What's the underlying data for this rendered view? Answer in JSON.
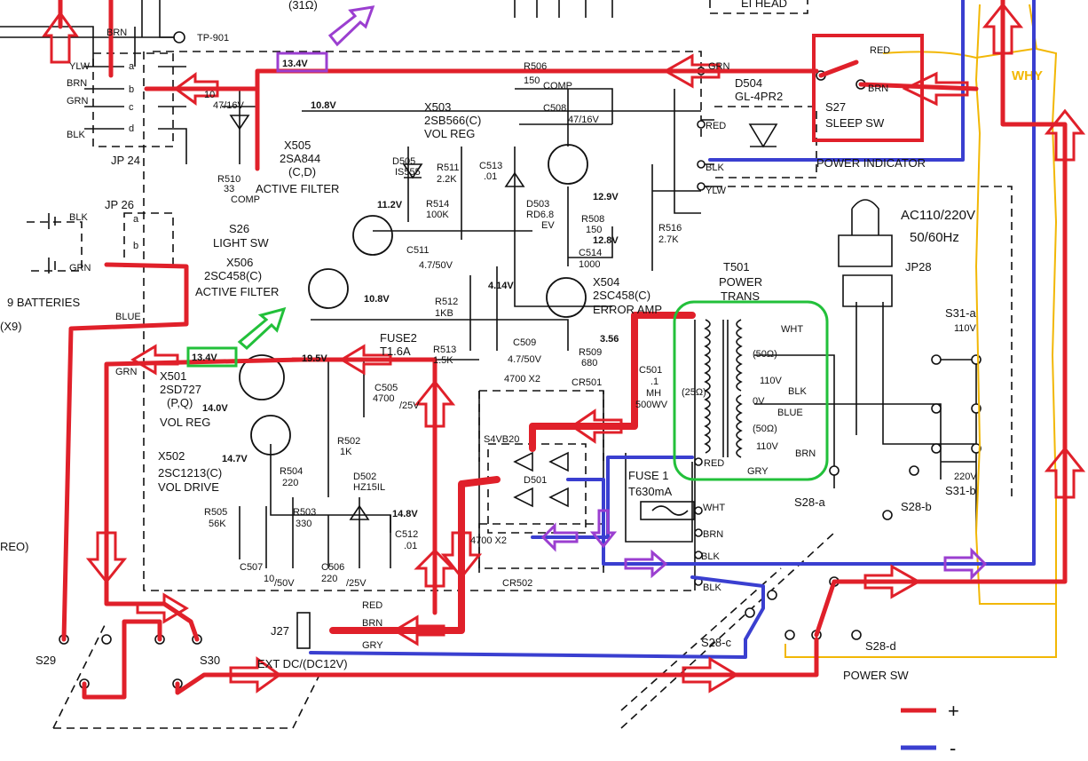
{
  "top": {
    "tp": "TP-901",
    "r_top": "(31Ω)",
    "brn_top": "BRN",
    "head": "EI HEAD"
  },
  "jp24": {
    "name": "JP 24",
    "pins": [
      "a",
      "b",
      "c",
      "d"
    ],
    "wires": [
      "YLW",
      "BRN",
      "GRN",
      "BLK"
    ]
  },
  "jp26": {
    "name": "JP 26",
    "pins": [
      "a",
      "b"
    ],
    "wires": [
      "BLK",
      "GRN"
    ]
  },
  "jp28": {
    "name": "JP28"
  },
  "voltages": {
    "v1": "13.4V",
    "v2": "10.8V",
    "v3": "11.2V",
    "v4": "12.9V",
    "v5": "12.8V",
    "v6": "4.14V",
    "v7": "10.8V",
    "v8": "3.56",
    "v9": "13.4V",
    "v10": "19.5V",
    "v11": "14.0V",
    "v12": "14.7V",
    "v13": "14.8V"
  },
  "parts": {
    "x503": [
      "X503",
      "2SB566(C)",
      "VOL REG"
    ],
    "x505": [
      "X505",
      "2SA844",
      "(C,D)",
      "ACTIVE FILTER"
    ],
    "x506": [
      "X506",
      "2SC458(C)",
      "ACTIVE FILTER"
    ],
    "x504": [
      "X504",
      "2SC458(C)",
      "ERROR AMP"
    ],
    "x501": [
      "X501",
      "2SD727",
      "(P,Q)",
      "VOL REG"
    ],
    "x502": [
      "X502",
      "2SC1213(C)",
      "VOL DRIVE"
    ],
    "d504": [
      "D504",
      "GL-4PR2"
    ],
    "d505": [
      "D505",
      "IS555"
    ],
    "d503": [
      "D503",
      "RD6.8",
      "EV"
    ],
    "d501": "D501",
    "d502": [
      "D502",
      "HZ15IL"
    ],
    "s4vb20": "S4VB20",
    "r506": [
      "R506",
      "150",
      "COMP"
    ],
    "c508": [
      "C508",
      "47/16V"
    ],
    "r511": [
      "R511",
      "2.2K"
    ],
    "c513": [
      "C513",
      ".01"
    ],
    "r514": [
      "R514",
      "100K"
    ],
    "r508": [
      "R508",
      "150"
    ],
    "c514": [
      "C514",
      "1000"
    ],
    "r516": [
      "R516",
      "2.7K"
    ],
    "r510": [
      "R510",
      "33"
    ],
    "comp": "COMP",
    "c_left": [
      "10",
      "47/16V"
    ],
    "c511": [
      "C511",
      "4.7/50V"
    ],
    "r512": [
      "R512",
      "1KB"
    ],
    "r513": [
      "R513",
      "1.5K"
    ],
    "c509": [
      "C509",
      "4.7/50V"
    ],
    "r509": [
      "R509",
      "680"
    ],
    "c501": [
      "C501",
      ".1",
      "MH",
      "500WV"
    ],
    "c505": [
      "C505",
      "4700",
      "/25V"
    ],
    "r502": [
      "R502",
      "1K"
    ],
    "r504": [
      "R504",
      "220"
    ],
    "r505": [
      "R505",
      "56K"
    ],
    "r503": [
      "R503",
      "330"
    ],
    "c507": [
      "C507",
      "10",
      "/50V"
    ],
    "c506": [
      "C506",
      "220",
      "/25V"
    ],
    "c512": [
      "C512",
      ".01"
    ],
    "cap_top": "4700 X2",
    "cap_bot": "4700 X2",
    "cr501": "CR501",
    "cr502": "CR502",
    "fuse2": [
      "FUSE2",
      "T1.6A"
    ],
    "fuse1": [
      "FUSE 1",
      "T630mA"
    ],
    "t501": [
      "T501",
      "POWER",
      "TRANS"
    ],
    "t501_taps": [
      "WHT",
      "(50Ω)",
      "110V",
      "BLK",
      "0V",
      "BLUE",
      "(50Ω)",
      "110V",
      "BRN",
      "(25Ω)",
      "RED",
      "GRY"
    ]
  },
  "switches": {
    "s27": [
      "S27",
      "SLEEP SW"
    ],
    "s26": [
      "S26",
      "LIGHT SW"
    ],
    "s29": "S29",
    "s30": "S30",
    "s28a": "S28-a",
    "s28b": "S28-b",
    "s28c": "S28-c",
    "s28d": "S28-d",
    "s31a": [
      "S31-a",
      "110V"
    ],
    "s31b": [
      "220V",
      "S31-b"
    ],
    "power_sw": "POWER SW"
  },
  "labels": {
    "power_indicator": "POWER INDICATOR",
    "ac": [
      "AC110/220V",
      "50/60Hz"
    ],
    "batteries": [
      "9 BATTERIES",
      "(X9)"
    ],
    "blue": "BLUE",
    "j27": "J27",
    "ext_dc": "EXT DC/(DC12V)",
    "reo": "REO)",
    "why": "WHY",
    "wire_red": "RED",
    "wire_brn": "BRN",
    "wire_grn": "GRN",
    "wire_blk": "BLK",
    "wire_ylw": "YLW",
    "wire_wht": "WHT",
    "wire_gry": "GRY"
  },
  "legend": [
    {
      "color": "#e0202a",
      "symbol": "+"
    },
    {
      "color": "#3a3fd0",
      "symbol": "-"
    }
  ],
  "colors": {
    "positive": "#e0202a",
    "negative": "#3a3fd0",
    "highlight_purple": "#9b3fd0",
    "highlight_green": "#22c03a",
    "annotation_yellow": "#f2b705"
  }
}
